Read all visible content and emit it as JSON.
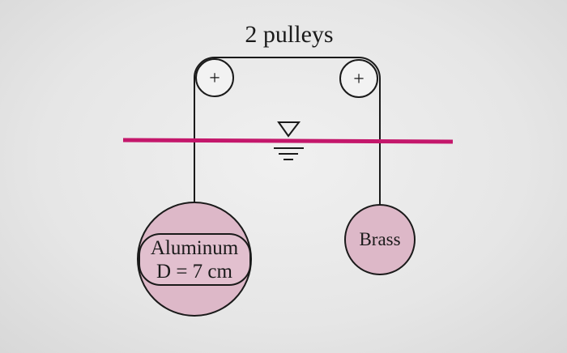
{
  "title": "2 pulleys",
  "pulley_symbol": "+",
  "left_sphere": {
    "line1": "Aluminum",
    "line2": "D = 7 cm"
  },
  "right_sphere": {
    "label": "Brass"
  },
  "colors": {
    "water_line": "#c4176b",
    "sphere_fill": "#ddb8c8",
    "stroke": "#1a1a1a"
  },
  "icons": [
    "pulley-left-icon",
    "pulley-right-icon",
    "water-surface-symbol-icon"
  ]
}
